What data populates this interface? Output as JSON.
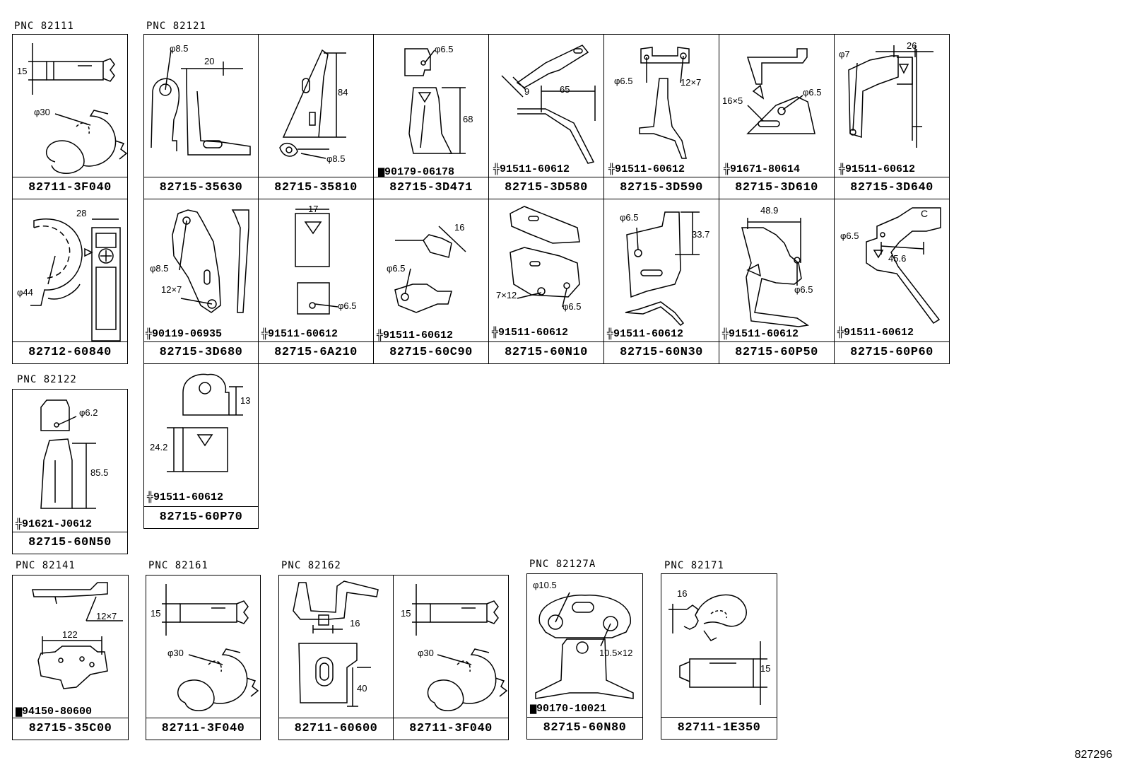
{
  "pnc_labels": [
    "PNC 82111",
    "PNC 82121",
    "PNC 82122",
    "PNC 82141",
    "PNC 82161",
    "PNC 82162",
    "PNC 82127A",
    "PNC 82171"
  ],
  "parts": [
    {
      "pn": "82711-3F040",
      "dims": [
        "15",
        "φ30"
      ],
      "bolt": ""
    },
    {
      "pn": "82715-35630",
      "dims": [
        "φ8.5",
        "20"
      ],
      "bolt": ""
    },
    {
      "pn": "82715-35810",
      "dims": [
        "84",
        "φ8.5"
      ],
      "bolt": ""
    },
    {
      "pn": "82715-3D471",
      "dims": [
        "φ6.5",
        "68"
      ],
      "bolt": "90179-06178"
    },
    {
      "pn": "82715-3D580",
      "dims": [
        "9",
        "65"
      ],
      "bolt": "91511-60612"
    },
    {
      "pn": "82715-3D590",
      "dims": [
        "φ6.5",
        "12×7"
      ],
      "bolt": "91511-60612"
    },
    {
      "pn": "82715-3D610",
      "dims": [
        "16×5",
        "φ6.5"
      ],
      "bolt": "91671-80614"
    },
    {
      "pn": "82715-3D640",
      "dims": [
        "φ7",
        "26"
      ],
      "bolt": "91511-60612"
    },
    {
      "pn": "82712-60840",
      "dims": [
        "28",
        "φ44"
      ],
      "bolt": ""
    },
    {
      "pn": "82715-3D680",
      "dims": [
        "φ8.5",
        "12×7"
      ],
      "bolt": "90119-06935"
    },
    {
      "pn": "82715-6A210",
      "dims": [
        "17",
        "φ6.5"
      ],
      "bolt": "91511-60612"
    },
    {
      "pn": "82715-60C90",
      "dims": [
        "16",
        "φ6.5"
      ],
      "bolt": "91511-60612"
    },
    {
      "pn": "82715-60N10",
      "dims": [
        "7×12",
        "φ6.5"
      ],
      "bolt": "91511-60612"
    },
    {
      "pn": "82715-60N30",
      "dims": [
        "φ6.5",
        "33.7"
      ],
      "bolt": "91511-60612"
    },
    {
      "pn": "82715-60P50",
      "dims": [
        "48.9",
        "φ6.5"
      ],
      "bolt": "91511-60612"
    },
    {
      "pn": "82715-60P60",
      "dims": [
        "φ6.5",
        "45.6",
        "C"
      ],
      "bolt": "91511-60612"
    },
    {
      "pn": "82715-60N50",
      "dims": [
        "φ6.2",
        "85.5"
      ],
      "bolt": "91621-J0612"
    },
    {
      "pn": "82715-60P70",
      "dims": [
        "13",
        "24.2"
      ],
      "bolt": "91511-60612"
    },
    {
      "pn": "82715-35C00",
      "dims": [
        "12×7",
        "122"
      ],
      "bolt": "94150-80600"
    },
    {
      "pn": "82711-3F040",
      "dims": [
        "15",
        "φ30"
      ],
      "bolt": ""
    },
    {
      "pn": "82711-60600",
      "dims": [
        "16",
        "40"
      ],
      "bolt": ""
    },
    {
      "pn": "82711-3F040",
      "dims": [
        "15",
        "φ30"
      ],
      "bolt": ""
    },
    {
      "pn": "82715-60N80",
      "dims": [
        "φ10.5",
        "10.5×12"
      ],
      "bolt": "90170-10021"
    },
    {
      "pn": "82711-1E350",
      "dims": [
        "16",
        "15"
      ],
      "bolt": ""
    }
  ],
  "diagram_id": "827296"
}
